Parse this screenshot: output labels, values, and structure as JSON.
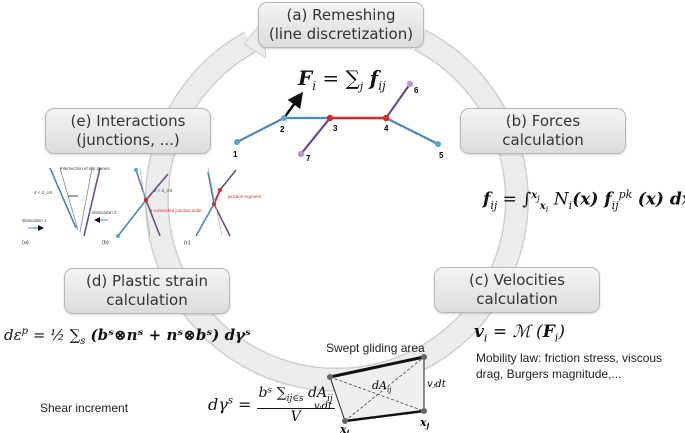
{
  "stages": {
    "a": {
      "line1": "(a) Remeshing",
      "line2": "(line discretization)"
    },
    "b": {
      "line1": "(b) Forces",
      "line2": "calculation"
    },
    "c": {
      "line1": "(c) Velocities",
      "line2": "calculation"
    },
    "d": {
      "line1": "(d) Plastic strain",
      "line2": "calculation"
    },
    "e": {
      "line1": "(e) Interactions",
      "line2": "(junctions, ...)"
    }
  },
  "equations": {
    "force_node": {
      "F": "F",
      "i": "i",
      "eq": " = ∑",
      "j": "j",
      "f": "f",
      "ij": "ij"
    },
    "force_segment": {
      "lhs": "f",
      "lhs_sub": "ij",
      "eq": " = ∫",
      "upper": "x",
      "upper_sub": "j",
      "lower": "x",
      "lower_sub": "i",
      "integrand": "N",
      "integrand_sub": "i",
      "x": "(x) ",
      "f": "f",
      "f_sub": "ij",
      "f_sup": "pk",
      "tail": "(x) dx"
    },
    "velocity": {
      "lhs": "v",
      "lhs_sub": "i",
      "rhs": " = ℳ (",
      "F": "F",
      "F_sub": "i",
      "close": ")"
    },
    "plastic_strain": {
      "text": "dε",
      "sup": "p",
      "rest": " = ½ ∑",
      "sum_sub": "s",
      "body": " (bˢ⊗nˢ + nˢ⊗bˢ) dγˢ"
    },
    "shear_increment": {
      "lhs": "dγ",
      "lhs_sup": "s",
      "eq": " = ",
      "num": "bˢ ∑",
      "num_sub": "ij∈s",
      "num_tail": " dA",
      "num_tail_sub": "ij",
      "den": "V"
    }
  },
  "notes": {
    "mobility": "Mobility law: friction stress, viscous drag, Burgers magnitude,...",
    "swept": "Swept gliding area",
    "shear": "Shear increment"
  },
  "nodes": [
    "1",
    "2",
    "3",
    "4",
    "5",
    "6",
    "7"
  ],
  "sub_panels": {
    "labels": [
      "(a)",
      "(b)",
      "(c)"
    ],
    "intersection": "Intersection of slip planes",
    "d_left": "d < d_crit",
    "d_right": "d < d_crit",
    "dislocation1": "dislocation 1",
    "dislocation2": "dislocation 2",
    "connected": "4-connected junction node",
    "junction": "junction segment"
  },
  "quad": {
    "dA": "dA",
    "dA_sub": "ij",
    "vi": "vᵢdt",
    "vj": "vⱼdt",
    "xi": "x",
    "xi_sub": "i",
    "xj": "x",
    "xj_sub": "j"
  },
  "colors": {
    "line_blue": "#4f86b9",
    "junction_red": "#d42a2a",
    "purple": "#6a4d86",
    "box_fill": "#e6e6e6",
    "arrow_grey": "#e0e0e0"
  }
}
